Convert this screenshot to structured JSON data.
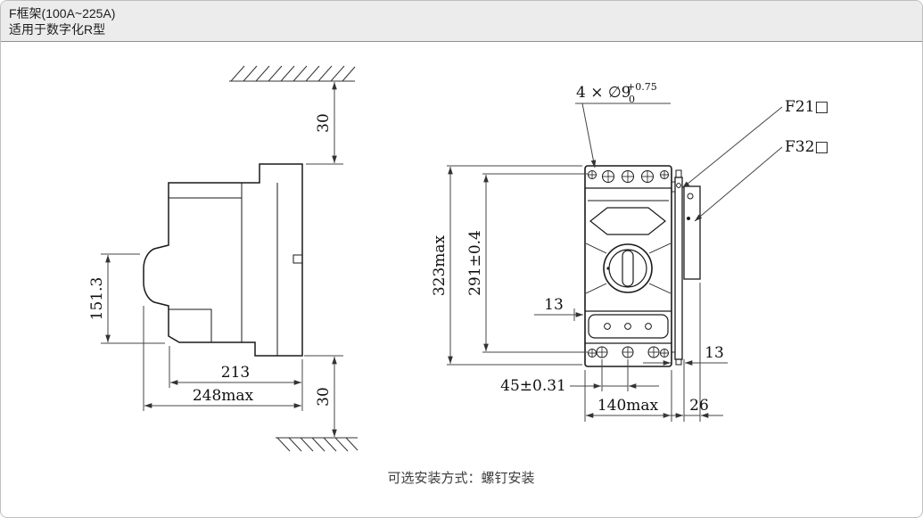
{
  "header": {
    "title": "F框架(100A~225A)",
    "subtitle": "适用于数字化R型"
  },
  "drawing": {
    "callout": {
      "main": "4 × ∅9",
      "sup": "+0.75",
      "sub": "0"
    },
    "labels": {
      "f21": "F21□",
      "f32": "F32□"
    },
    "side_view": {
      "top_gap": "30",
      "height": "151.3",
      "depth": "213",
      "depth_max": "248max",
      "bottom_gap": "30"
    },
    "front_view": {
      "height_max": "323max",
      "hole_pitch_v": "291±0.4",
      "offset_top": "13",
      "hole_pitch_h": "45±0.31",
      "offset_right": "13",
      "width_max": "140max",
      "rail_width": "26"
    }
  },
  "footer": {
    "note": "可选安装方式：螺钉安装"
  }
}
